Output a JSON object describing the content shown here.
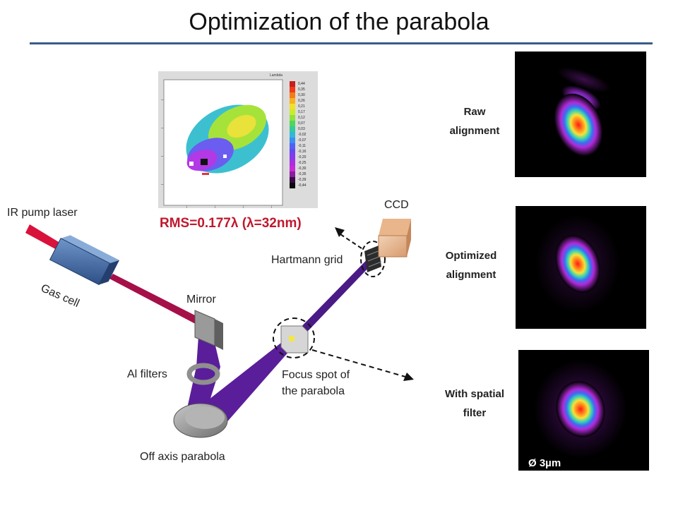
{
  "title": "Optimization of the parabola",
  "labels": {
    "ir_pump_laser": "IR pump laser",
    "gas_cell": "Gas cell",
    "mirror": "Mirror",
    "al_filters": "Al filters",
    "off_axis_parabola": "Off axis parabola",
    "hartmann_grid": "Hartmann grid",
    "ccd": "CCD",
    "focus_spot_line1": "Focus spot of",
    "focus_spot_line2": "the parabola"
  },
  "wavefront": {
    "rms": "RMS=0.177λ (λ=32nm)",
    "colorbar_title": "Lambda",
    "colorbar_ticks": [
      "0,44",
      "0,35",
      "0,30",
      "0,26",
      "0,21",
      "0,17",
      "0,12",
      "0,07",
      "0,03",
      "-0,02",
      "-0,07",
      "-0,11",
      "-0,16",
      "-0,20",
      "-0,25",
      "-0,30",
      "-0,35",
      "-0,39",
      "-0,44"
    ]
  },
  "panels": [
    {
      "label_line1": "Raw",
      "label_line2": "alignment"
    },
    {
      "label_line1": "Optimized",
      "label_line2": "alignment"
    },
    {
      "label_line1": "With spatial",
      "label_line2": "filter",
      "diameter": "Ø 3µm"
    }
  ],
  "colors": {
    "accent_rule": "#3a5b8c",
    "rms_text": "#c0182d",
    "xuv_beam": "#5a1e9a",
    "ir_beam": "#c8104a"
  }
}
